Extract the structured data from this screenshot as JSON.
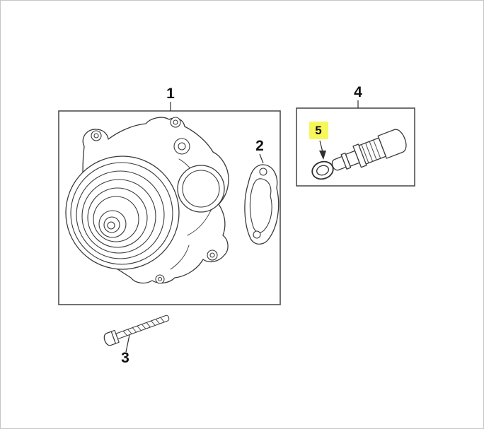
{
  "diagram": {
    "labels": {
      "part1": "1",
      "part2": "2",
      "part3": "3",
      "part4": "4",
      "part5": "5"
    },
    "colors": {
      "highlight": "#f7f75a",
      "line": "#3a3a3a",
      "background": "#ffffff",
      "frame_border": "#c6c6c6"
    }
  }
}
